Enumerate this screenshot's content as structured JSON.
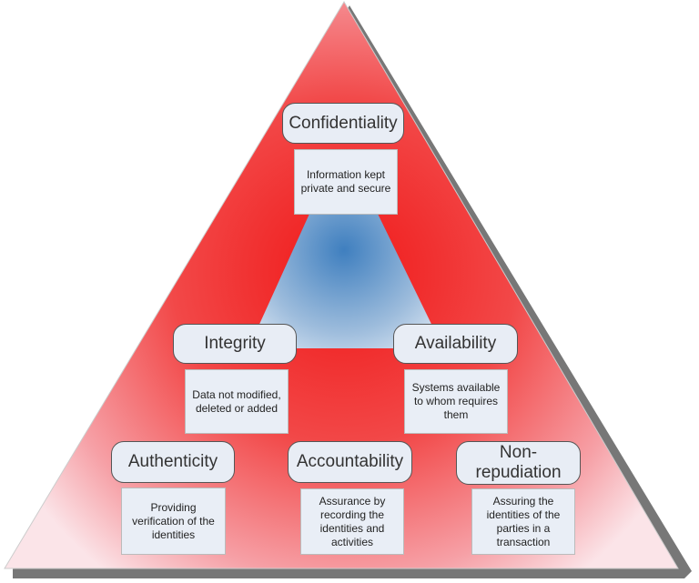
{
  "colors": {
    "outer": "#f03030",
    "inner": "#4a86c0",
    "box": "#e8edf5",
    "shadow": "#777777"
  },
  "nodes": [
    {
      "title": "Confidentiality",
      "description": "Information kept private and secure"
    },
    {
      "title": "Integrity",
      "description": "Data not modified, deleted or added"
    },
    {
      "title": "Availability",
      "description": "Systems available to whom requires them"
    },
    {
      "title": "Authenticity",
      "description": "Providing verification of the identities"
    },
    {
      "title": "Accountability",
      "description": "Assurance by recording the identities and activities"
    },
    {
      "title": "Non-repudiation",
      "description": "Assuring the identities of the parties in a transaction"
    }
  ]
}
